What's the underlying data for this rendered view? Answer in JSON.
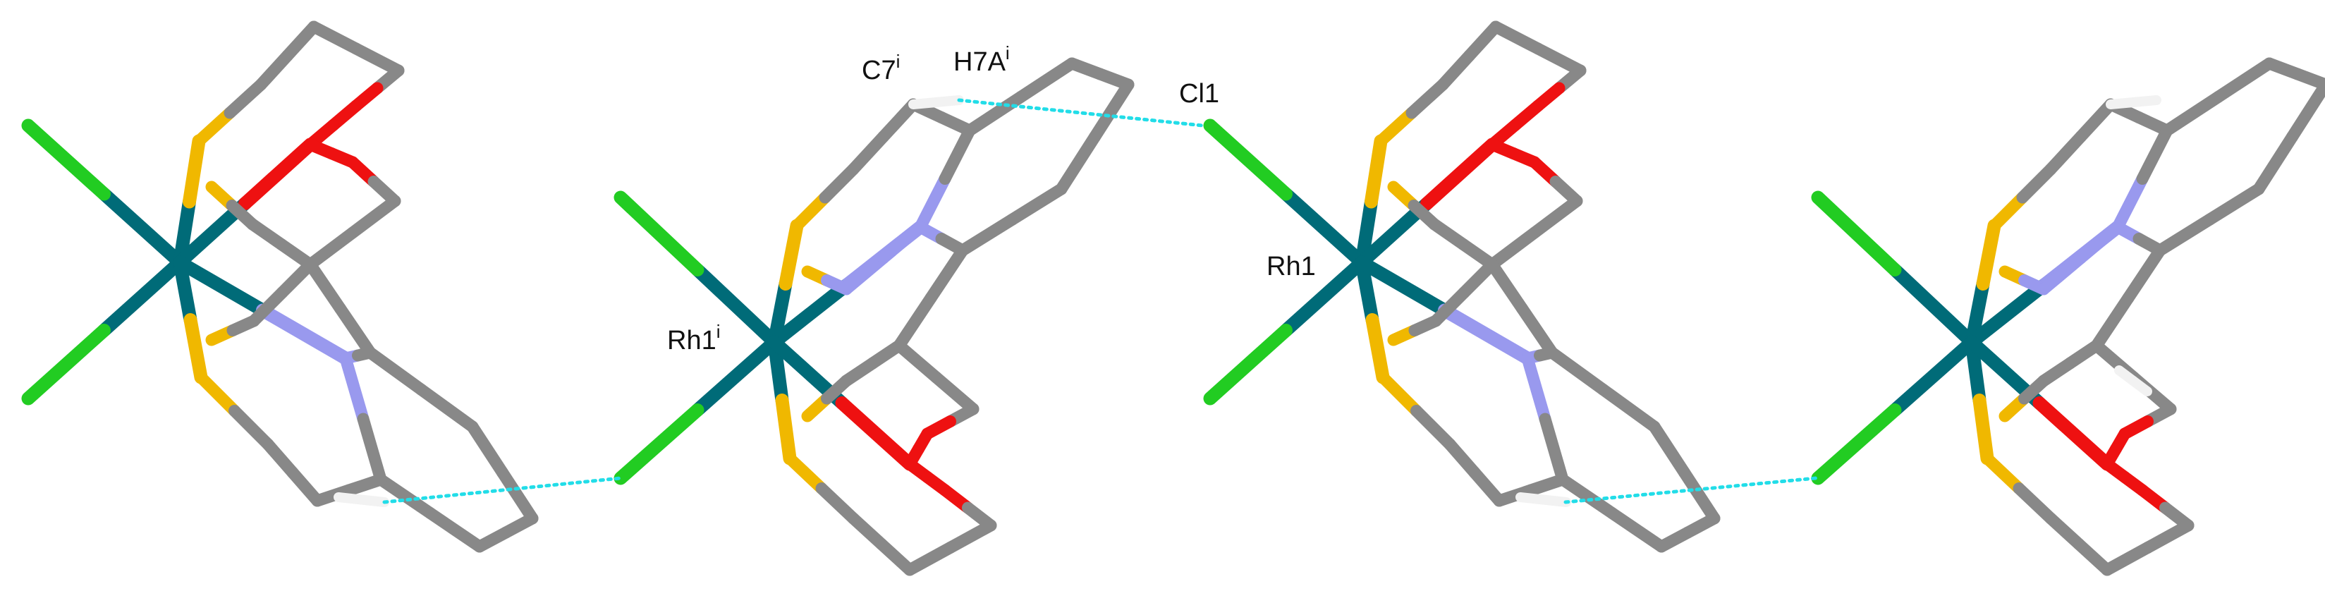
{
  "colors": {
    "carbon": "#888888",
    "rhodium": "#006b78",
    "chlorine": "#22cc22",
    "sulfur": "#f0b800",
    "oxygen": "#ee1111",
    "nitrogen": "#9999ee",
    "hydrogen": "#f2f2f2",
    "contact": "#22dde8"
  },
  "elements": {
    "carbon": "carbon",
    "rhodium": "rhodium",
    "chlorine": "chlorine",
    "sulfur": "sulfur",
    "oxygen": "oxygen",
    "nitrogen": "nitrogen",
    "hydrogen": "hydrogen"
  },
  "labels": {
    "c7": {
      "base": "C7",
      "sup": "i"
    },
    "h7a": {
      "base": "H7A",
      "sup": "i"
    },
    "cl1": {
      "base": "Cl1",
      "sup": ""
    },
    "rh1_sym": {
      "base": "Rh1",
      "sup": "i"
    },
    "rh1": {
      "base": "Rh1",
      "sup": ""
    }
  }
}
